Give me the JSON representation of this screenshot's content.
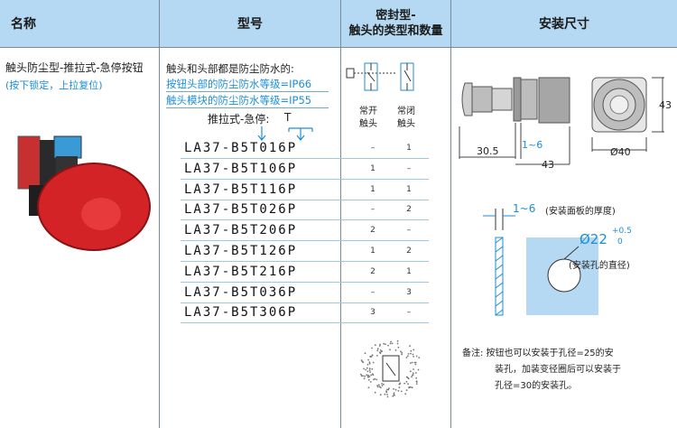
{
  "header": {
    "col_name": "名称",
    "col_model": "型号",
    "col_seal_line1": "密封型-",
    "col_seal_line2": "触头的类型和数量",
    "col_install": "安装尺寸"
  },
  "product": {
    "name": "触头防尘型-推拉式-急停按钮",
    "note": "(按下锁定，上拉复位)"
  },
  "model_info": {
    "title": "触头和头部都是防尘防水的:",
    "ip_head": "按钮头部的防尘防水等级=IP66",
    "ip_block": "触头模块的防尘防水等级=IP55",
    "type_label": "推拉式-急停:",
    "type_code": "T"
  },
  "contacts": {
    "no_line1": "常开",
    "no_line2": "触头",
    "nc_line1": "常闭",
    "nc_line2": "触头"
  },
  "models": [
    {
      "code": "LA37-B5T016P",
      "no": "–",
      "nc": "1"
    },
    {
      "code": "LA37-B5T106P",
      "no": "1",
      "nc": "–"
    },
    {
      "code": "LA37-B5T116P",
      "no": "1",
      "nc": "1"
    },
    {
      "code": "LA37-B5T026P",
      "no": "–",
      "nc": "2"
    },
    {
      "code": "LA37-B5T206P",
      "no": "2",
      "nc": "–"
    },
    {
      "code": "LA37-B5T126P",
      "no": "1",
      "nc": "2"
    },
    {
      "code": "LA37-B5T216P",
      "no": "2",
      "nc": "1"
    },
    {
      "code": "LA37-B5T036P",
      "no": "–",
      "nc": "3"
    },
    {
      "code": "LA37-B5T306P",
      "no": "3",
      "nc": "–"
    }
  ],
  "dimensions": {
    "d_30_5": "30.5",
    "d_1_6": "1~6",
    "d_43_bottom": "43",
    "d_43_side": "43",
    "d_dia40": "Ø40",
    "panel_thickness": "1~6",
    "panel_thickness_note": "(安装面板的厚度)",
    "hole_dia": "Ø22",
    "tol_plus": "+0.5",
    "tol_zero": "0",
    "hole_note": "(安装孔的直径)"
  },
  "remark": {
    "line1": "备注: 按钮也可以安装于孔径=25的安",
    "line2": "装孔，加装变径圈后可以安装于",
    "line3": "孔径=30的安装孔。"
  },
  "colors": {
    "header_bg": "#b5d9f2",
    "accent_blue": "#1c8ed6",
    "button_red": "#e0262a"
  }
}
